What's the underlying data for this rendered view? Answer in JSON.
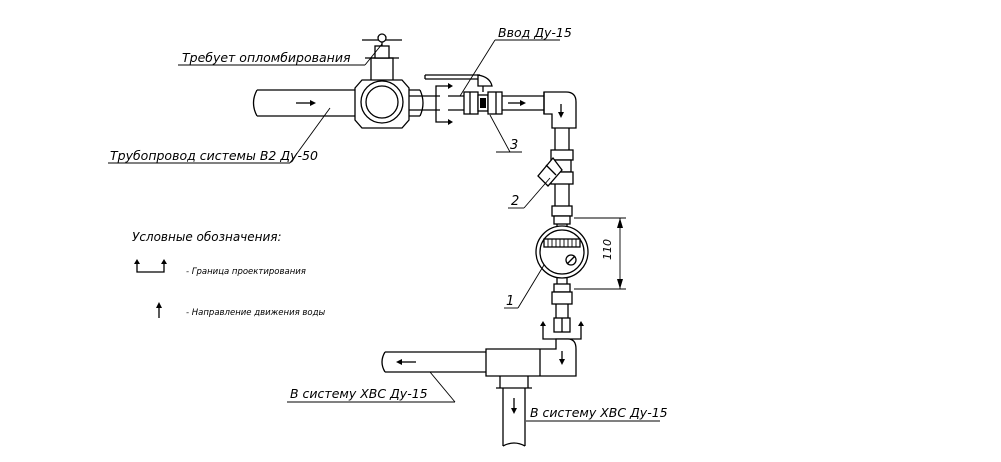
{
  "labels": {
    "seal_required": "Требует опломбирования",
    "inlet": "Ввод Ду-15",
    "pipeline_b2": "Трубопровод системы В2 Ду-50",
    "to_hvs_left": "В систему ХВС Ду-15",
    "to_hvs_down": "В систему ХВС Ду-15",
    "item_1": "1",
    "item_2": "2",
    "item_3": "3",
    "dimension": "110"
  },
  "legend": {
    "title": "Условные обозначения:",
    "items": [
      {
        "icon": "design-boundary-icon",
        "text": "- Граница проектирования"
      },
      {
        "icon": "flow-direction-arrow-icon",
        "text": "- Направление движения воды"
      }
    ]
  },
  "meter": {
    "display": "00000"
  }
}
